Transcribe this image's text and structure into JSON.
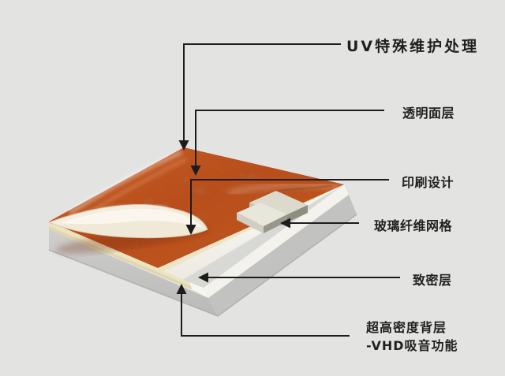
{
  "diagram": {
    "title_context": "flooring-layer-structure",
    "labels": {
      "uv": "UV特殊维护处理",
      "transparent": "透明面层",
      "print": "印刷设计",
      "fiberglass": "玻璃纤维网格",
      "dense": "致密层",
      "backing_line1": "超高密度背层",
      "backing_line2": "-VHD吸音功能"
    },
    "colors": {
      "background": "#e3e3e2",
      "surface_orange": "#bf5420",
      "underlay_cream": "#ece3c2",
      "dense_white": "#f4f3ee",
      "backing_gray": "#c6c6c4",
      "film_cream": "#f1e9d8",
      "leader_line": "#1c1c1c"
    }
  }
}
